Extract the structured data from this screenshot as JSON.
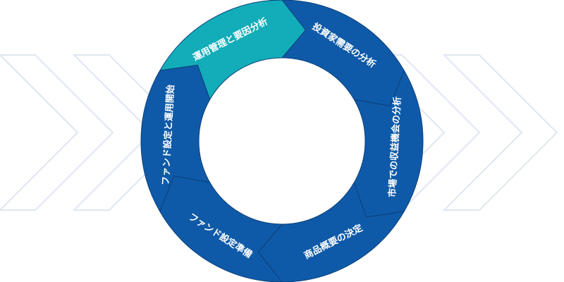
{
  "diagram": {
    "colors": {
      "segment": "#0f5aa8",
      "highlight": "#13adb9",
      "separator": "#0a3f7a",
      "chevron": "#dfe6f1"
    },
    "segments": [
      {
        "label": "運用管理と要因分析",
        "active": true
      },
      {
        "label": "投資家需要の分析",
        "active": false
      },
      {
        "label": "市場での収益機会の分析",
        "active": false
      },
      {
        "label": "商品概要の決定",
        "active": false
      },
      {
        "label": "ファンド設定準備",
        "active": false
      },
      {
        "label": "ファンド設定と運用開始",
        "active": false
      }
    ]
  }
}
